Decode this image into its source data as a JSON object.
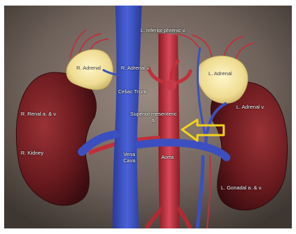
{
  "labels": {
    "l_inferior_phrenic_v": "L. Inferior phrenic v.",
    "r_adrenal": "R. Adrenal",
    "r_adrenal_v": "R. Adrenal v.",
    "l_adrenal": "L. Adrenal",
    "celiac_trunk": "Celiac Trunk",
    "l_adrenal_v": "L. Adrenal v.",
    "r_renal_av": "R. Renal a. & v.",
    "superior_mesenteric_a": "Superior mesenteric a.",
    "r_kidney": "R. Kidney",
    "vena_cava": "Vena Cava",
    "aorta": "Aorta",
    "l_gonadal_av": "L. Gonadal a. & v."
  },
  "colors": {
    "background": "#6b5f58",
    "kidney": "#6a1a1e",
    "adrenal": "#f0e2a0",
    "vein": "#3c4fc0",
    "artery": "#c0303a",
    "arrow": "#f2d21c"
  }
}
